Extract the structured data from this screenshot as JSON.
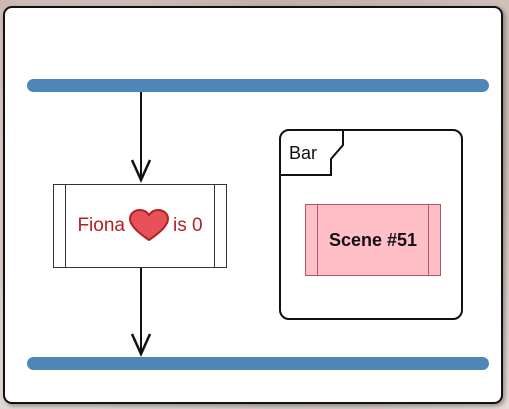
{
  "diagram": {
    "node": {
      "name": "Fiona",
      "icon": "heart-icon",
      "suffix": "is 0",
      "text_color": "#b3211f",
      "icon_color": "#e8505b"
    },
    "frame": {
      "label": "Bar",
      "scene_label": "Scene #51",
      "scene_color": "#ffbfc6"
    },
    "bar_color": "#4e86b8"
  }
}
